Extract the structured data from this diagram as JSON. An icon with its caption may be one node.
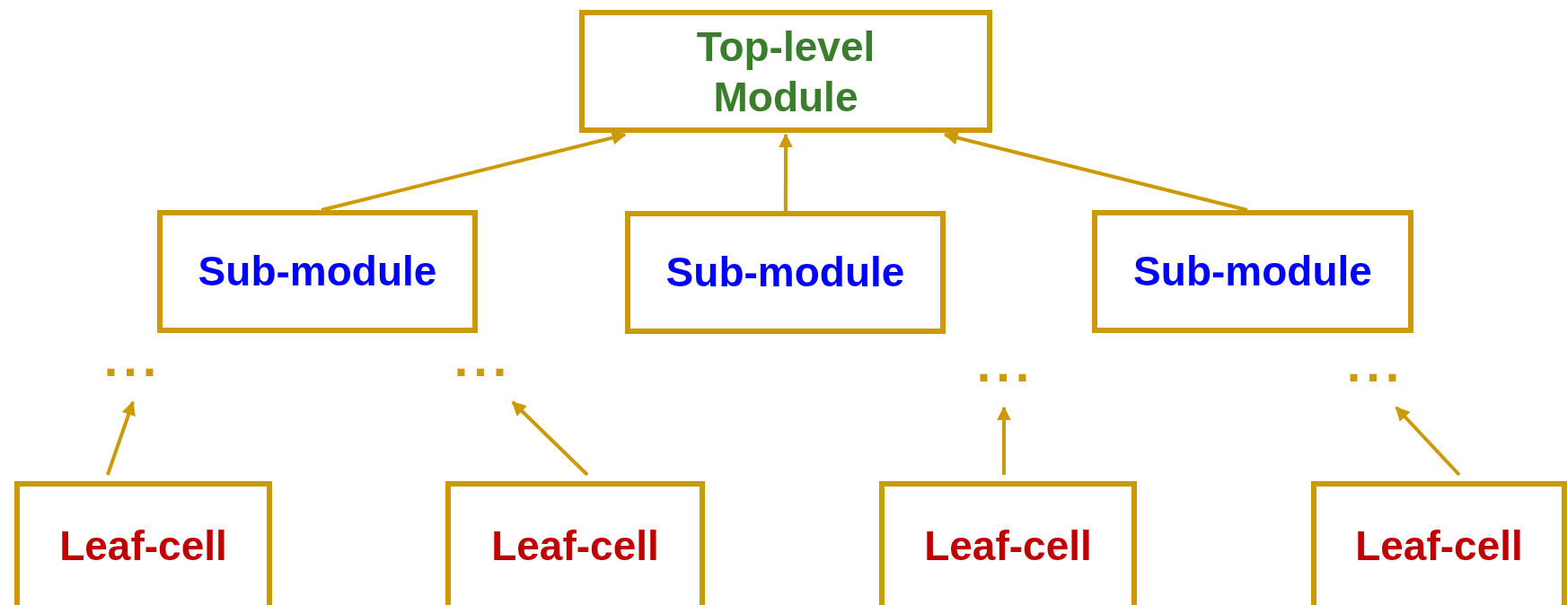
{
  "diagram": {
    "nodes": [
      {
        "text": [
          "Top-level Module"
        ]
      },
      {
        "text": [
          "Sub-module"
        ]
      },
      {
        "text": [
          "Sub-module"
        ]
      },
      {
        "text": [
          "Sub-module"
        ]
      },
      {
        "text": [
          "..."
        ]
      },
      {
        "text": [
          "..."
        ]
      },
      {
        "text": [
          "..."
        ]
      },
      {
        "text": [
          "..."
        ]
      },
      {
        "text": [
          "Leaf-cell"
        ]
      },
      {
        "text": [
          "Leaf-cell"
        ]
      },
      {
        "text": [
          "Leaf-cell"
        ]
      },
      {
        "text": [
          "Leaf-cell"
        ]
      }
    ],
    "edges": [
      {
        "from": 1,
        "to": 0,
        "arrow": "to"
      },
      {
        "from": 2,
        "to": 0,
        "arrow": "to"
      },
      {
        "from": 3,
        "to": 0,
        "arrow": "to"
      },
      {
        "from": 8,
        "to": 4,
        "arrow": "to"
      },
      {
        "from": 9,
        "to": 5,
        "arrow": "to"
      },
      {
        "from": 10,
        "to": 6,
        "arrow": "to"
      },
      {
        "from": 11,
        "to": 7,
        "arrow": "to"
      }
    ]
  }
}
